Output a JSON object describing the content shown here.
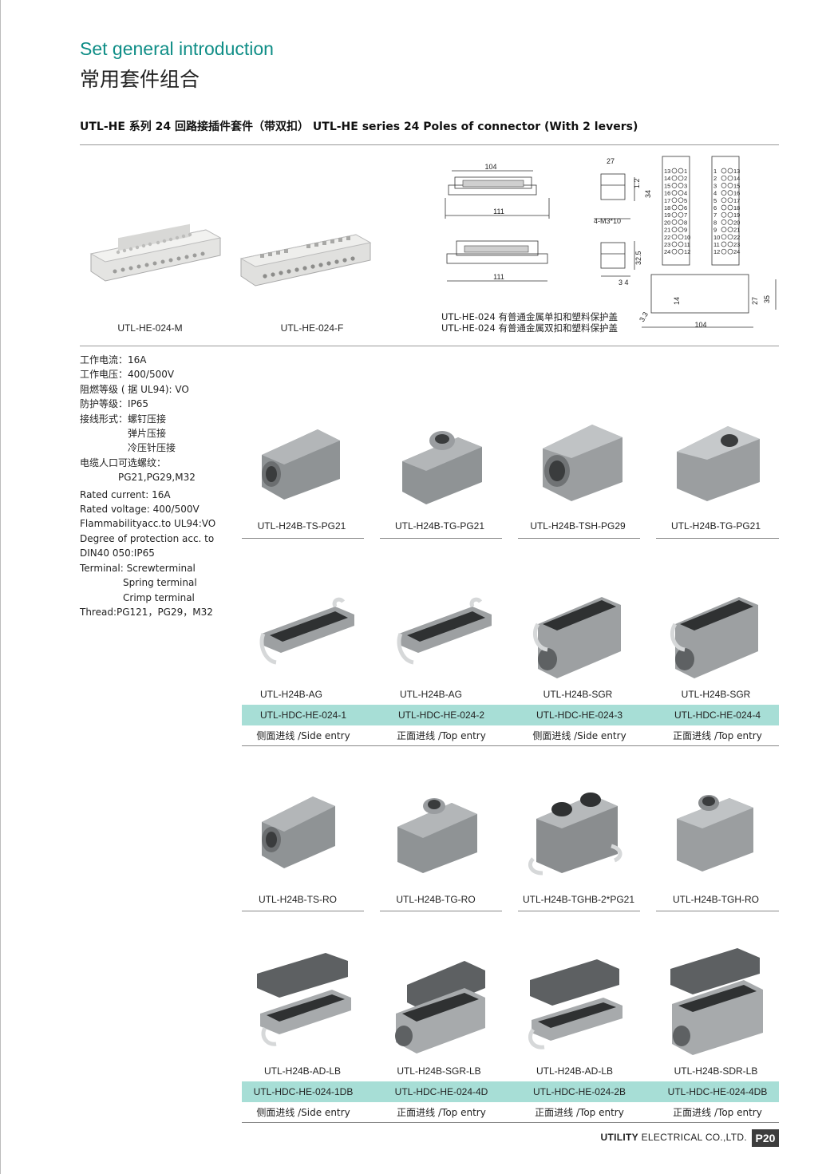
{
  "header": {
    "title_en": "Set general introduction",
    "title_zh": "常用套件组合",
    "subtitle": "UTL-HE 系列 24 回路接插件套件（带双扣） UTL-HE series 24 Poles of connector (With 2 levers)"
  },
  "inserts": {
    "male_label": "UTL-HE-024-M",
    "female_label": "UTL-HE-024-F"
  },
  "drawing": {
    "dim_104_top": "104",
    "dim_111_top": "111",
    "dim_111_bottom": "111",
    "dim_27": "27",
    "dim_12": "1.2",
    "dim_34": "34",
    "dim_m3": "4-M3*10",
    "dim_325": "32.5",
    "dim_34b": "3 4",
    "dim_14": "14",
    "dim_27b": "27",
    "dim_35": "35",
    "dim_104_bottom": "104",
    "dim_33": "3.3",
    "pins_left": [
      "13",
      "1",
      "14",
      "2",
      "15",
      "3",
      "16",
      "4",
      "17",
      "5",
      "18",
      "6",
      "19",
      "7",
      "20",
      "8",
      "21",
      "9",
      "22",
      "10",
      "23",
      "11",
      "24",
      "12"
    ],
    "pins_right": [
      "1",
      "13",
      "2",
      "14",
      "3",
      "15",
      "4",
      "16",
      "5",
      "17",
      "6",
      "18",
      "7",
      "19",
      "8",
      "20",
      "9",
      "21",
      "10",
      "22",
      "11",
      "23",
      "12",
      "24"
    ],
    "note_1": "UTL-HE-024 有普通金属单扣和塑料保护盖",
    "note_2": "UTL-HE-024 有普通金属双扣和塑料保护盖"
  },
  "specs": [
    "工作电流：16A",
    "工作电压：400/500V",
    "阻燃等级 ( 据 UL94): VO",
    "防护等级：IP65",
    "接线形式：螺钉压接",
    "弹片压接",
    "冷压针压接",
    "电缆人口可选螺纹：",
    "PG21,PG29,M32",
    "Rated current: 16A",
    "Rated voltage: 400/500V",
    "Flammabilityacc.to UL94:VO",
    "Degree of protection acc. to",
    "DIN40 050:IP65",
    "Terminal: Screwterminal",
    "Spring terminal",
    "Crimp terminal",
    "Thread:PG121，PG29，M32"
  ],
  "row1": [
    "UTL-H24B-TS-PG21",
    "UTL-H24B-TG-PG21",
    "UTL-H24B-TSH-PG29",
    "UTL-H24B-TG-PG21"
  ],
  "row2": {
    "labels": [
      "UTL-H24B-AG",
      "UTL-H24B-AG",
      "UTL-H24B-SGR",
      "UTL-H24B-SGR"
    ],
    "codes": [
      "UTL-HDC-HE-024-1",
      "UTL-HDC-HE-024-2",
      "UTL-HDC-HE-024-3",
      "UTL-HDC-HE-024-4"
    ],
    "entries": [
      "侧面进线 /Side entry",
      "正面进线 /Top entry",
      "侧面进线 /Side entry",
      "正面进线 /Top entry"
    ]
  },
  "row3": [
    "UTL-H24B-TS-RO",
    "UTL-H24B-TG-RO",
    "UTL-H24B-TGHB-2*PG21",
    "UTL-H24B-TGH-RO"
  ],
  "row4": {
    "labels": [
      "UTL-H24B-AD-LB",
      "UTL-H24B-SGR-LB",
      "UTL-H24B-AD-LB",
      "UTL-H24B-SDR-LB"
    ],
    "codes": [
      "UTL-HDC-HE-024-1DB",
      "UTL-HDC-HE-024-4D",
      "UTL-HDC-HE-024-2B",
      "UTL-HDC-HE-024-4DB"
    ],
    "entries": [
      "侧面进线 /Side entry",
      "正面进线 /Top entry",
      "正面进线 /Top entry",
      "正面进线 /Top entry"
    ]
  },
  "footer": {
    "company_bold": "UTILITY",
    "company_rest": " ELECTRICAL CO.,LTD.",
    "page": "P20"
  },
  "colors": {
    "accent": "#0e8d86",
    "band": "#a7ded6",
    "housing_gray": "#8f9395"
  }
}
